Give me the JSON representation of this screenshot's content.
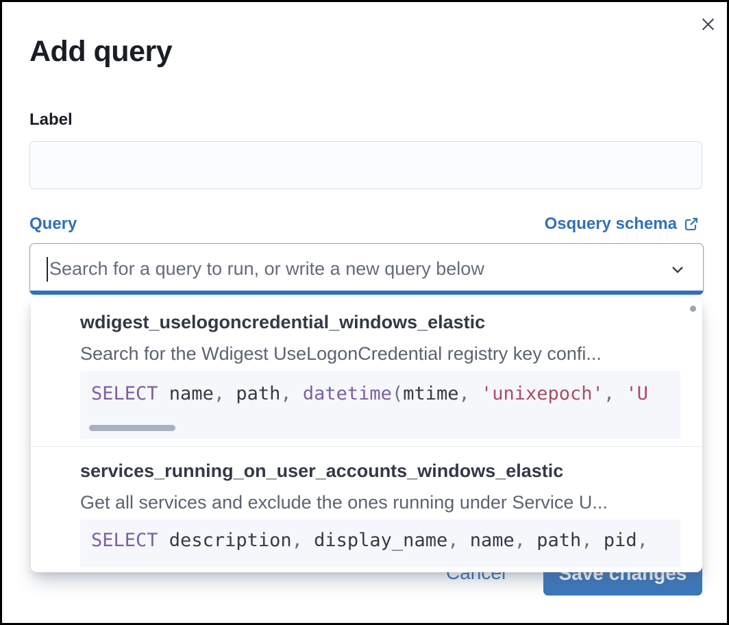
{
  "modal": {
    "title": "Add query"
  },
  "label_field": {
    "label": "Label",
    "value": "",
    "placeholder": ""
  },
  "query_field": {
    "label": "Query",
    "schema_link_label": "Osquery schema",
    "placeholder": "Search for a query to run, or write a new query below"
  },
  "dropdown": {
    "options": [
      {
        "title": "wdigest_uselogoncredential_windows_elastic",
        "description": "Search for the Wdigest UseLogonCredential registry key confi...",
        "code": [
          {
            "t": "kw",
            "v": "SELECT"
          },
          {
            "t": "pl",
            "v": " name"
          },
          {
            "t": "pu",
            "v": ", "
          },
          {
            "t": "pl",
            "v": "path"
          },
          {
            "t": "pu",
            "v": ", "
          },
          {
            "t": "kw",
            "v": "datetime"
          },
          {
            "t": "pu",
            "v": "("
          },
          {
            "t": "pl",
            "v": "mtime"
          },
          {
            "t": "pu",
            "v": ", "
          },
          {
            "t": "str",
            "v": "'unixepoch'"
          },
          {
            "t": "pu",
            "v": ", "
          },
          {
            "t": "str",
            "v": "'U"
          }
        ],
        "h_scrollbar": true
      },
      {
        "title": "services_running_on_user_accounts_windows_elastic",
        "description": "Get all services and exclude the ones running under Service U...",
        "code": [
          {
            "t": "kw",
            "v": "SELECT"
          },
          {
            "t": "pl",
            "v": " description"
          },
          {
            "t": "pu",
            "v": ", "
          },
          {
            "t": "pl",
            "v": "display_name"
          },
          {
            "t": "pu",
            "v": ", "
          },
          {
            "t": "pl",
            "v": "name"
          },
          {
            "t": "pu",
            "v": ", "
          },
          {
            "t": "pl",
            "v": "path"
          },
          {
            "t": "pu",
            "v": ", "
          },
          {
            "t": "pl",
            "v": "pid"
          },
          {
            "t": "pu",
            "v": ","
          }
        ],
        "h_scrollbar": false
      }
    ]
  },
  "footer": {
    "cancel_label": "Cancel",
    "save_label": "Save changes"
  },
  "colors": {
    "primary_blue": "#3270b8",
    "button_blue": "#3c78bd",
    "code_keyword": "#7c609e",
    "code_string": "#a94c64",
    "code_background": "#f5f7fa",
    "heading_text": "#1a1d26",
    "muted_text": "#5b6370"
  }
}
